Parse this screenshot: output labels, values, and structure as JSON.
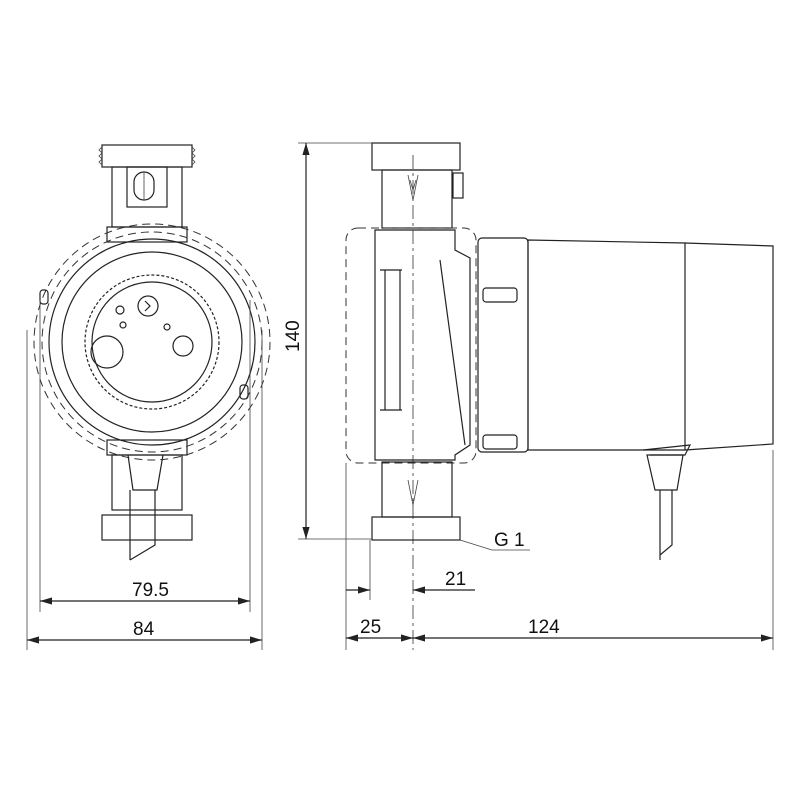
{
  "dimensions": {
    "front_inner_width": "79.5",
    "front_outer_width": "84",
    "height": "140",
    "thread": "G 1",
    "pipe_offset": "21",
    "housing_offset": "25",
    "motor_length": "124"
  },
  "colors": {
    "line": "#222222",
    "background": "#ffffff"
  }
}
